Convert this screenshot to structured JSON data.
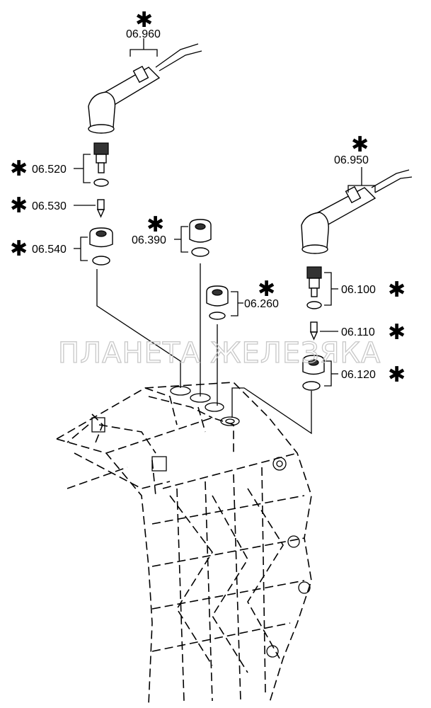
{
  "watermark": "ПЛАНЕТА ЖЕЛЕЗЯКА",
  "star_symbol": "✱",
  "parts": {
    "p06960": "06.960",
    "p06950": "06.950",
    "p06520": "06.520",
    "p06530": "06.530",
    "p06540": "06.540",
    "p06390": "06.390",
    "p06260": "06.260",
    "p06100": "06.100",
    "p06110": "06.110",
    "p06120": "06.120"
  }
}
